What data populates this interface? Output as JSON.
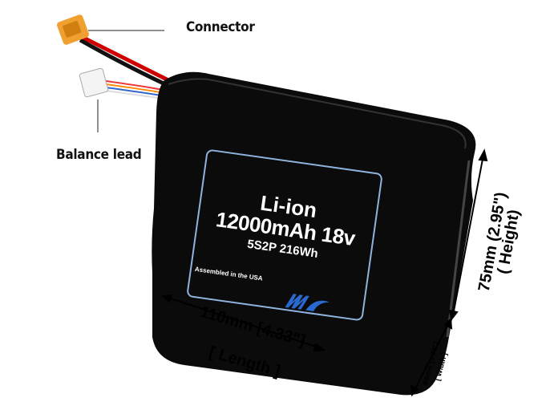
{
  "callouts": {
    "connector": "Connector",
    "balance_lead": "Balance lead"
  },
  "label": {
    "chemistry": "Li-ion",
    "capacity_voltage": "12000mAh 18v",
    "config_energy": "5S2P 216Wh",
    "assembled": "Assembled in the USA",
    "logo": "MA"
  },
  "dimensions": {
    "length": "110mm [4.33\"]",
    "length_label": "[ Length ]",
    "height": "75mm (2.95\")",
    "height_label": "( Height)",
    "width": "44mm [1.73\"]",
    "width_label": "[ Width ]"
  },
  "colors": {
    "battery_body": "#0b0b0b",
    "label_border": "#8fb3dd",
    "connector": "#f0a030",
    "usa_red": "#d52b1e",
    "usa_blue": "#1f5fbf"
  }
}
